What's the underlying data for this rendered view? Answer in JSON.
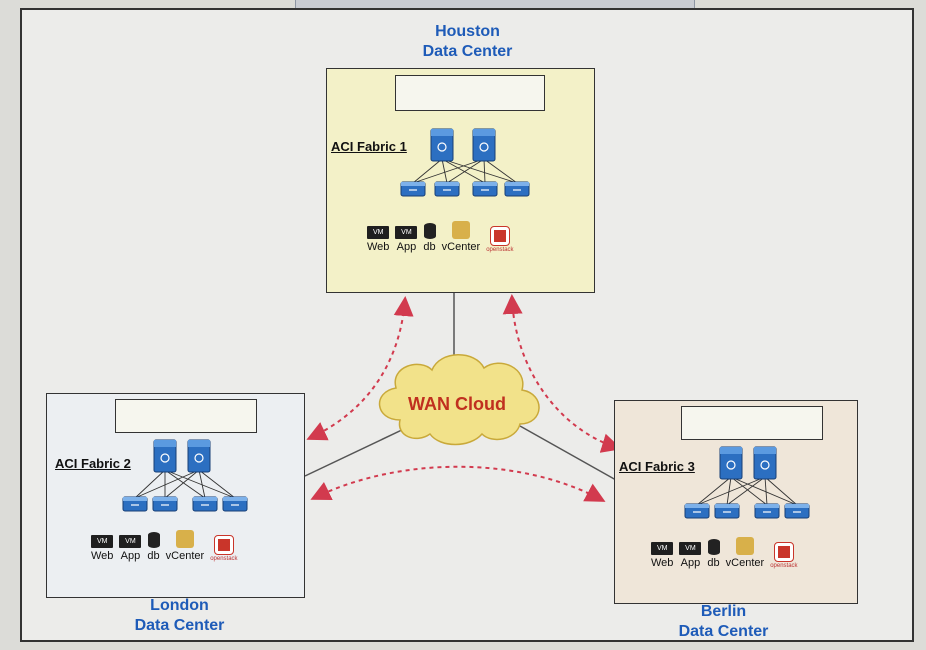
{
  "datacenters": {
    "houston": {
      "name": "Houston",
      "subtitle": "Data Center",
      "fabric": "ACI Fabric 1"
    },
    "london": {
      "name": "London",
      "subtitle": "Data Center",
      "fabric": "ACI Fabric 2"
    },
    "berlin": {
      "name": "Berlin",
      "subtitle": "Data Center",
      "fabric": "ACI Fabric 3"
    }
  },
  "cloud": {
    "label": "WAN Cloud"
  },
  "workloads": {
    "vm_badge": "VM",
    "web": "Web",
    "app": "App",
    "db": "db",
    "vcenter": "vCenter",
    "openstack": "openstack"
  },
  "colors": {
    "title": "#1e5bb8",
    "cloud_fill": "#f2e28a",
    "cloud_text": "#c0301f",
    "dashed_arrow": "#d23a4e",
    "houston_fill": "#f3f1c8",
    "london_fill": "#eceff2",
    "berlin_fill": "#efe6d9",
    "switch": "#2c6fc1"
  },
  "icons": [
    "firewall-icon",
    "spine-switch-icon",
    "leaf-switch-icon",
    "vm-icon",
    "database-icon",
    "vcenter-icon",
    "openstack-icon",
    "cloud-icon"
  ]
}
